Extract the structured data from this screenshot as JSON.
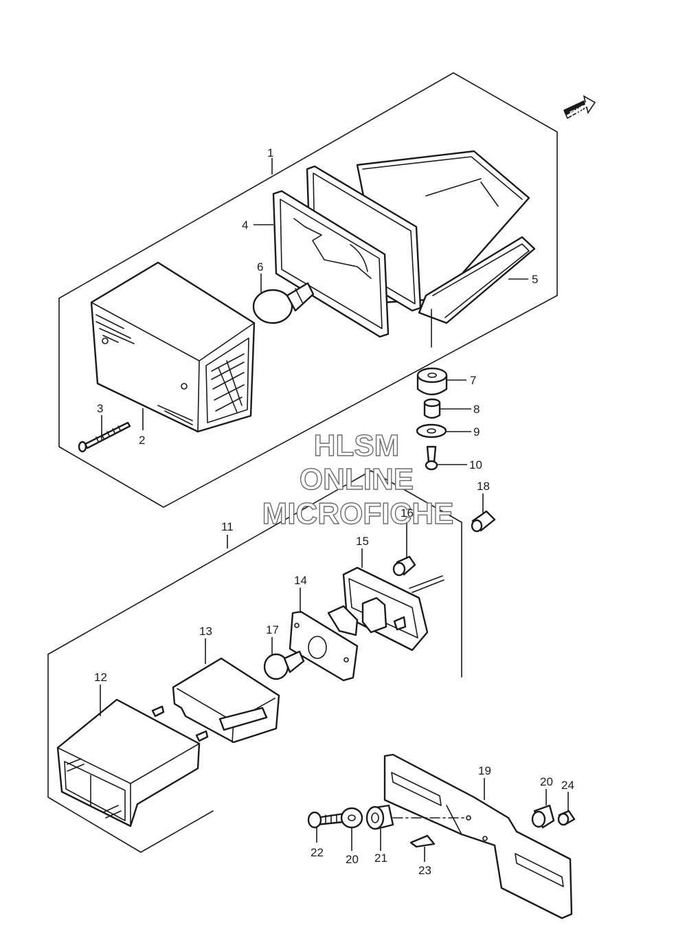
{
  "watermark": {
    "line1": "HLSM",
    "line2": "ONLINE",
    "line3": "MICROFICHE"
  },
  "direction_badge": "FWD",
  "callouts": [
    "1",
    "2",
    "3",
    "4",
    "5",
    "6",
    "7",
    "8",
    "9",
    "10",
    "11",
    "12",
    "13",
    "14",
    "15",
    "16",
    "17",
    "18",
    "19",
    "20",
    "20",
    "21",
    "22",
    "23",
    "24"
  ]
}
